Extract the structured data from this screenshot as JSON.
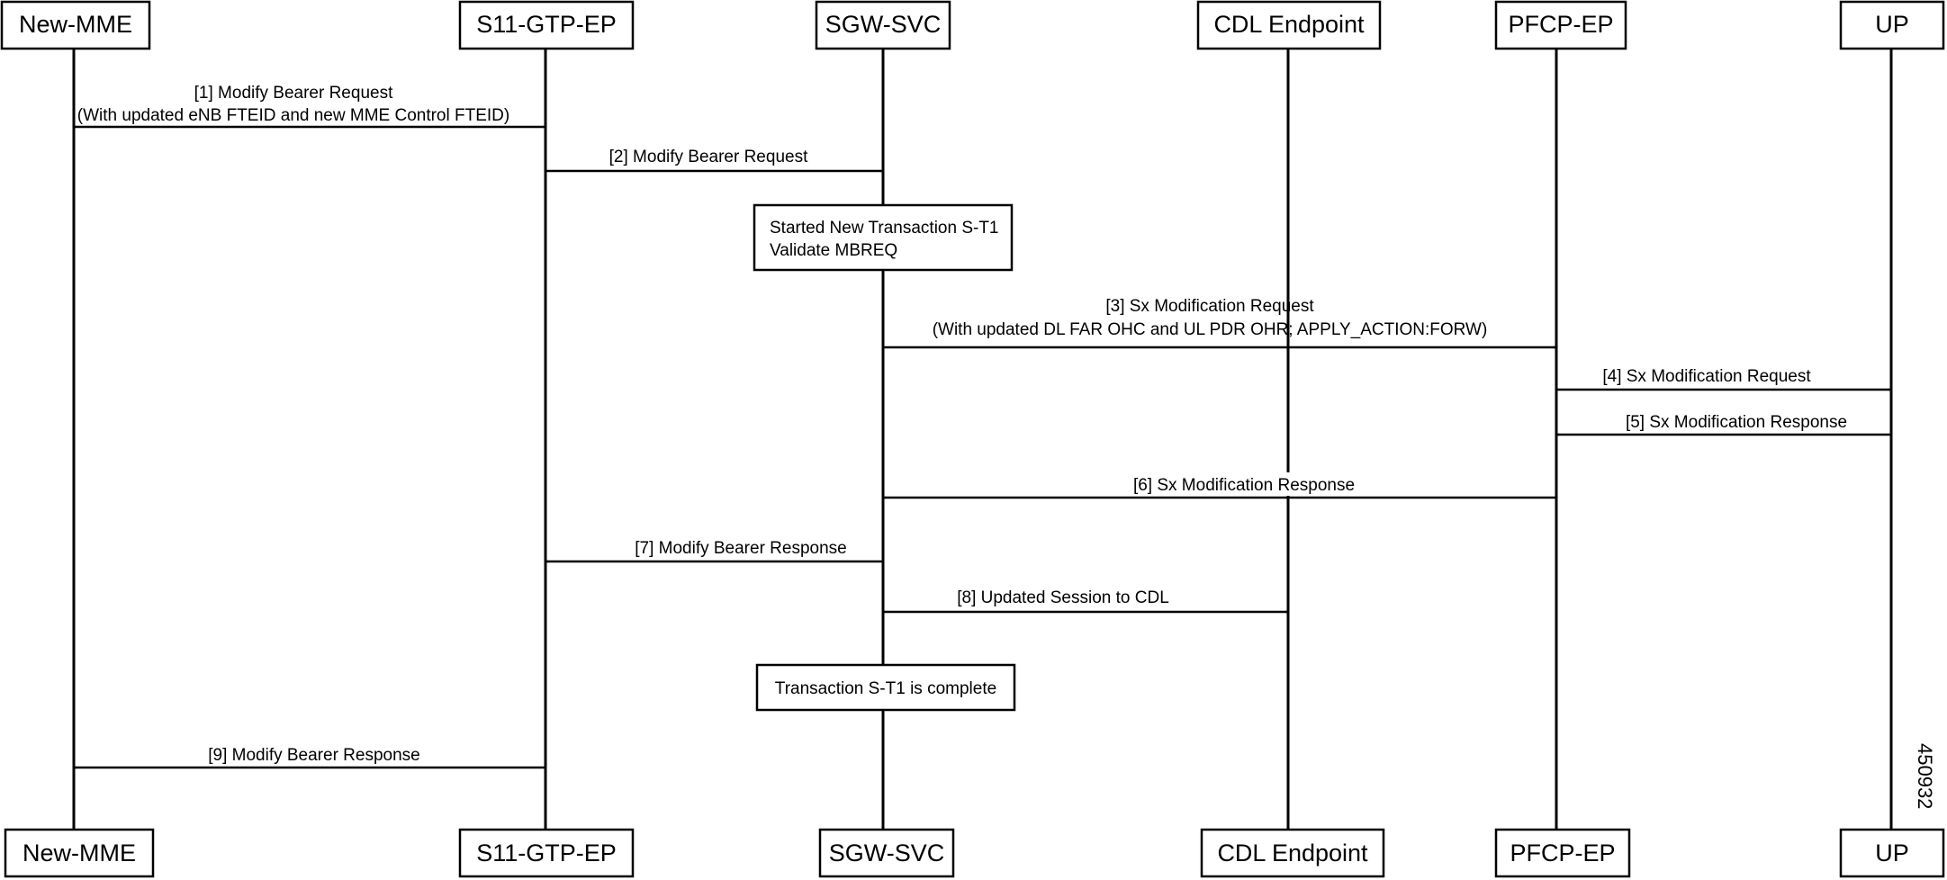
{
  "participants": [
    {
      "id": "new-mme",
      "label": "New-MME"
    },
    {
      "id": "s11-gtp-ep",
      "label": "S11-GTP-EP"
    },
    {
      "id": "sgw-svc",
      "label": "SGW-SVC"
    },
    {
      "id": "cdl-endpoint",
      "label": "CDL Endpoint"
    },
    {
      "id": "pfcp-ep",
      "label": "PFCP-EP"
    },
    {
      "id": "up",
      "label": "UP"
    }
  ],
  "messages": [
    {
      "id": "msg-1",
      "from": "new-mme",
      "to": "s11-gtp-ep",
      "lines": [
        "[1] Modify Bearer Request",
        "(With updated eNB FTEID and new MME Control FTEID)"
      ]
    },
    {
      "id": "msg-2",
      "from": "s11-gtp-ep",
      "to": "sgw-svc",
      "lines": [
        "[2] Modify Bearer Request"
      ]
    },
    {
      "id": "msg-3",
      "from": "sgw-svc",
      "to": "pfcp-ep",
      "lines": [
        "[3] Sx Modification Request",
        "(With updated DL FAR OHC and UL PDR OHR; APPLY_ACTION:FORW)"
      ]
    },
    {
      "id": "msg-4",
      "from": "pfcp-ep",
      "to": "up",
      "lines": [
        "[4] Sx Modification Request"
      ]
    },
    {
      "id": "msg-5",
      "from": "up",
      "to": "pfcp-ep",
      "lines": [
        "[5] Sx Modification Response"
      ]
    },
    {
      "id": "msg-6",
      "from": "pfcp-ep",
      "to": "sgw-svc",
      "lines": [
        "[6] Sx Modification Response"
      ]
    },
    {
      "id": "msg-7",
      "from": "sgw-svc",
      "to": "s11-gtp-ep",
      "lines": [
        "[7] Modify Bearer Response"
      ]
    },
    {
      "id": "msg-8",
      "from": "sgw-svc",
      "to": "cdl-endpoint",
      "lines": [
        "[8] Updated Session to CDL"
      ]
    },
    {
      "id": "msg-9",
      "from": "s11-gtp-ep",
      "to": "new-mme",
      "lines": [
        "[9] Modify Bearer Response"
      ]
    }
  ],
  "notes": [
    {
      "id": "note-1",
      "on": "sgw-svc",
      "lines": [
        "Started New Transaction S-T1",
        "Validate MBREQ"
      ]
    },
    {
      "id": "note-2",
      "on": "sgw-svc",
      "lines": [
        "Transaction S-T1 is complete"
      ]
    }
  ],
  "figure_id": "450932"
}
